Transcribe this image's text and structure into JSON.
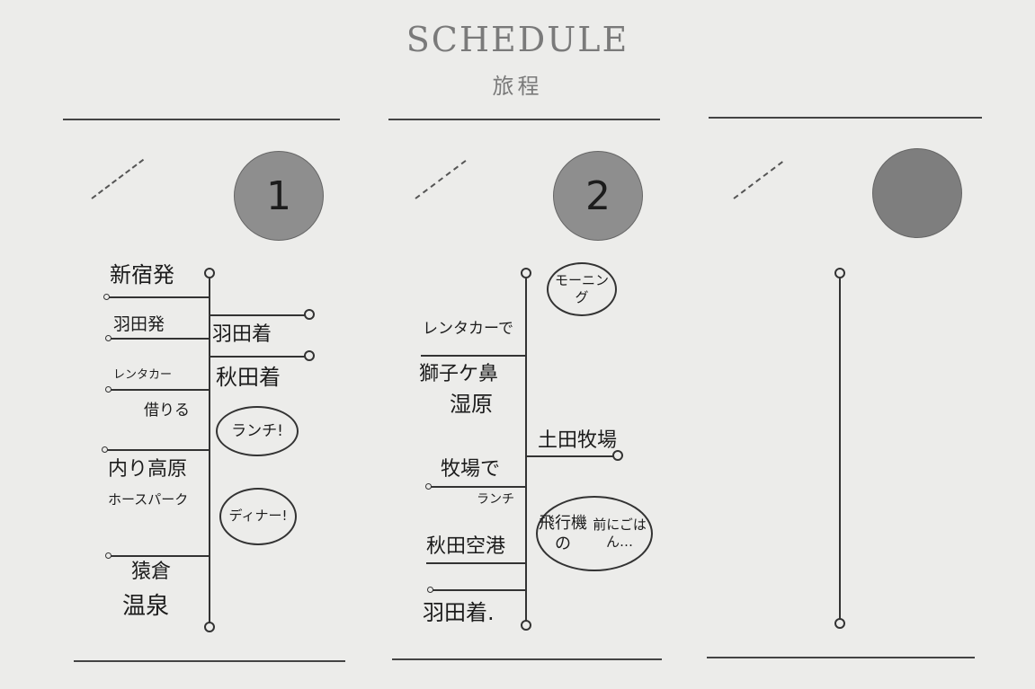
{
  "header": {
    "title": "SCHEDULE",
    "subtitle": "旅程"
  },
  "days": [
    {
      "number": "1",
      "events": {
        "shinjuku": "新宿発",
        "haneda_dep": "羽田発",
        "haneda_arr": "羽田着",
        "akita_arr": "秋田着",
        "rentacar_1": "レンタカー",
        "rentacar_2": "借りる",
        "lunch": "ランチ!",
        "plateau_1": "内り高原",
        "plateau_2": "ホースパーク",
        "dinner": "ディナー!",
        "onsen_1": "猿倉",
        "onsen_2": "温泉"
      }
    },
    {
      "number": "2",
      "events": {
        "morning": "モーニング",
        "rentacar": "レンタカーで",
        "wetland_1": "獅子ケ鼻",
        "wetland_2": "湿原",
        "farm": "土田牧場",
        "farm_lunch_1": "牧場で",
        "farm_lunch_2": "ランチ",
        "plane_1": "飛行機の",
        "plane_2": "前にごはん…",
        "akita_airport": "秋田空港",
        "haneda_arr": "羽田着."
      }
    },
    {
      "number": "",
      "events": {}
    }
  ]
}
